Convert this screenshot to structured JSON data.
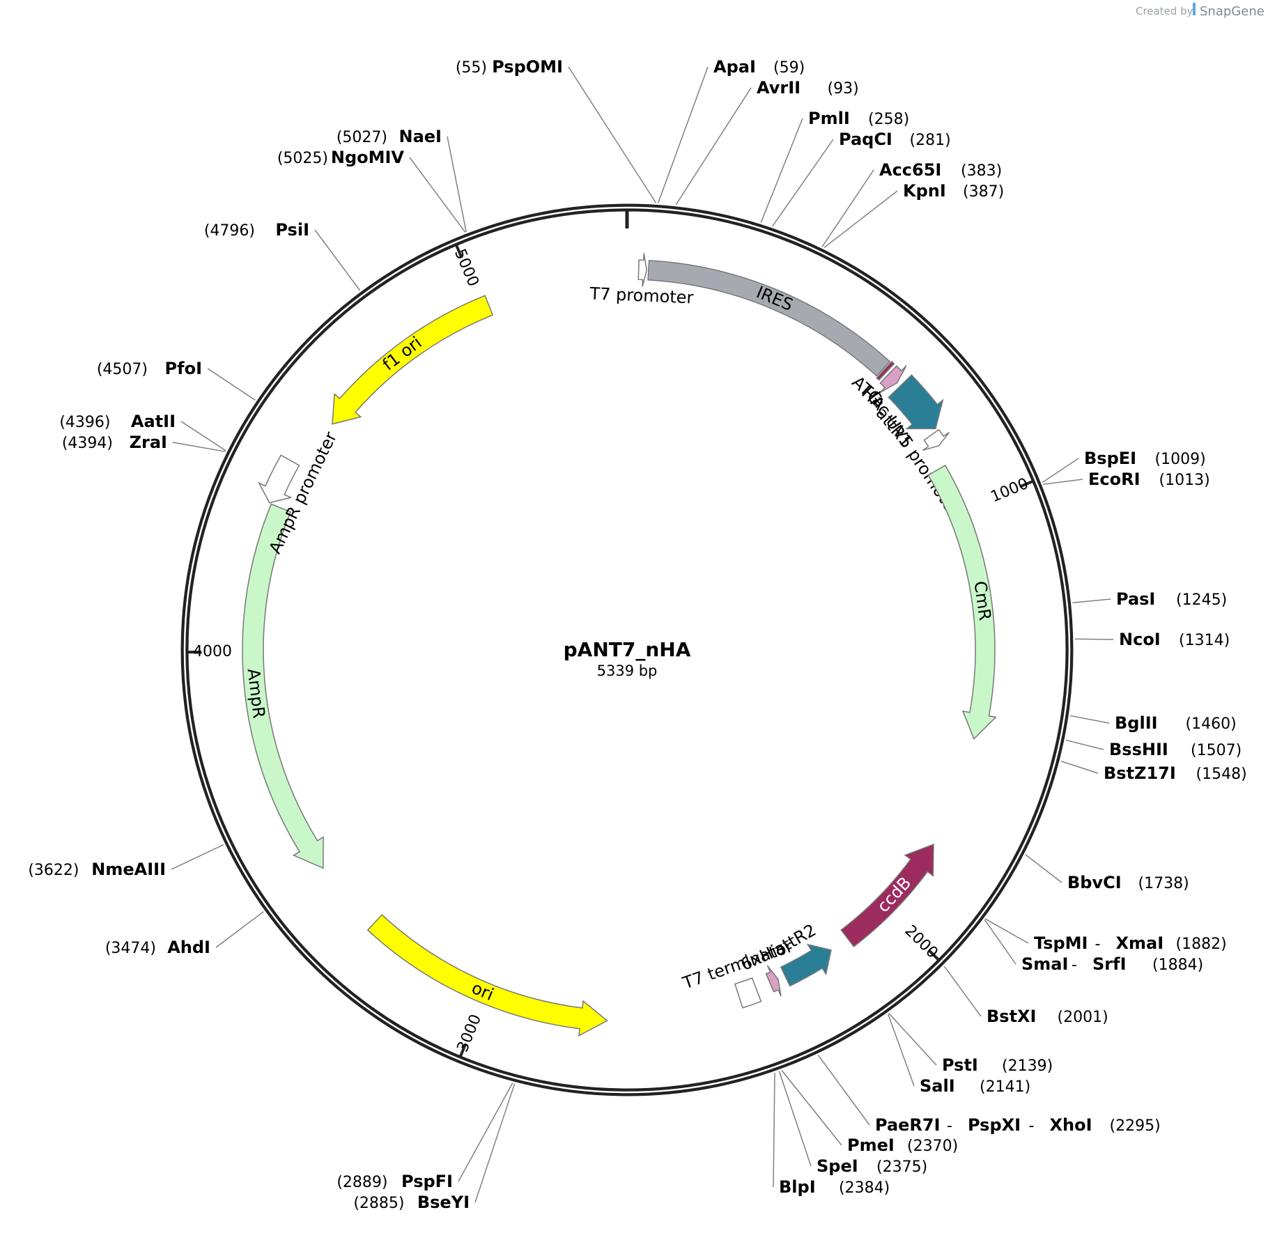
{
  "plasmid": {
    "name": "pANT7_nHA",
    "size_label": "5339 bp",
    "length": 5339
  },
  "credit": {
    "prefix": "Created by",
    "brand": "SnapGene"
  },
  "colors": {
    "backbone": "#222222",
    "leader": "#808080",
    "ires": "#a6aab0",
    "attr": "#2a7f97",
    "cmr": "#c9f7c9",
    "ccdb": "#9c2b5e",
    "ori": "#ffff00",
    "ha": "#d9a0c6",
    "outline": "#777777"
  },
  "ticks": [
    {
      "pos": 1000,
      "label": "1000"
    },
    {
      "pos": 2000,
      "label": "2000"
    },
    {
      "pos": 3000,
      "label": "3000"
    },
    {
      "pos": 4000,
      "label": "4000"
    },
    {
      "pos": 5000,
      "label": "5000"
    }
  ],
  "features": [
    {
      "id": "t7-promoter",
      "name": "T7 promoter",
      "start": 26,
      "end": 44,
      "dir": 1,
      "type": "promoter",
      "color": "#ffffff"
    },
    {
      "id": "ires",
      "name": "IRES",
      "start": 48,
      "end": 628,
      "dir": 0,
      "type": "box",
      "color": "#a6aab0"
    },
    {
      "id": "atg",
      "name": "ATG",
      "start": 631,
      "end": 638,
      "dir": 0,
      "type": "box",
      "color": "#9c2b5e"
    },
    {
      "id": "ha",
      "name": "HA",
      "start": 645,
      "end": 672,
      "dir": 1,
      "type": "arrow",
      "color": "#d9a0c6"
    },
    {
      "id": "attr1",
      "name": "attR1",
      "start": 682,
      "end": 806,
      "dir": 1,
      "type": "arrow",
      "color": "#2a7f97"
    },
    {
      "id": "lacuv5",
      "name": "lac UV5 promoter",
      "start": 812,
      "end": 842,
      "dir": 1,
      "type": "promoter",
      "color": "#ffffff"
    },
    {
      "id": "cmr",
      "name": "CmR",
      "start": 888,
      "end": 1548,
      "dir": 1,
      "type": "arrow",
      "color": "#c9f7c9"
    },
    {
      "id": "ccdb",
      "name": "ccdB",
      "start": 1815,
      "end": 2115,
      "dir": -1,
      "type": "arrow",
      "color": "#9c2b5e"
    },
    {
      "id": "attr2",
      "name": "attR2",
      "start": 2162,
      "end": 2286,
      "dir": -1,
      "type": "arrow",
      "color": "#2a7f97"
    },
    {
      "id": "6xhis",
      "name": "6xHis",
      "start": 2304,
      "end": 2325,
      "dir": -1,
      "type": "arrow",
      "color": "#d9a0c6"
    },
    {
      "id": "t7-terminator",
      "name": "T7 terminator",
      "start": 2360,
      "end": 2404,
      "dir": 0,
      "type": "box",
      "color": "#ffffff"
    },
    {
      "id": "ori",
      "name": "ori",
      "start": 2715,
      "end": 3304,
      "dir": -1,
      "type": "arrow",
      "color": "#ffff00"
    },
    {
      "id": "ampr",
      "name": "AmpR",
      "start": 3475,
      "end": 4335,
      "dir": -1,
      "type": "arrow",
      "color": "#c9f7c9"
    },
    {
      "id": "ampr-promoter",
      "name": "AmpR promoter",
      "start": 4336,
      "end": 4440,
      "dir": -1,
      "type": "promoter",
      "color": "#ffffff"
    },
    {
      "id": "f1-ori",
      "name": "f1 ori",
      "start": 4560,
      "end": 5015,
      "dir": -1,
      "type": "arrow",
      "color": "#ffff00"
    }
  ],
  "sites": [
    {
      "id": "pspomi",
      "names": [
        "PspOMI"
      ],
      "pos_label": "(55)",
      "pos": 55,
      "side": "L"
    },
    {
      "id": "apai",
      "names": [
        "ApaI"
      ],
      "pos_label": "(59)",
      "pos": 59,
      "side": "R"
    },
    {
      "id": "avrii",
      "names": [
        "AvrII"
      ],
      "pos_label": "(93)",
      "pos": 93,
      "side": "R"
    },
    {
      "id": "pmli",
      "names": [
        "PmlI"
      ],
      "pos_label": "(258)",
      "pos": 258,
      "side": "R"
    },
    {
      "id": "paqci",
      "names": [
        "PaqCI"
      ],
      "pos_label": "(281)",
      "pos": 281,
      "side": "R"
    },
    {
      "id": "acc65i",
      "names": [
        "Acc65I"
      ],
      "pos_label": "(383)",
      "pos": 383,
      "side": "R"
    },
    {
      "id": "kpni",
      "names": [
        "KpnI"
      ],
      "pos_label": "(387)",
      "pos": 387,
      "side": "R"
    },
    {
      "id": "bspei",
      "names": [
        "BspEI"
      ],
      "pos_label": "(1009)",
      "pos": 1009,
      "side": "R"
    },
    {
      "id": "ecori",
      "names": [
        "EcoRI"
      ],
      "pos_label": "(1013)",
      "pos": 1013,
      "side": "R"
    },
    {
      "id": "pasi",
      "names": [
        "PasI"
      ],
      "pos_label": "(1245)",
      "pos": 1245,
      "side": "R"
    },
    {
      "id": "ncoi",
      "names": [
        "NcoI"
      ],
      "pos_label": "(1314)",
      "pos": 1314,
      "side": "R"
    },
    {
      "id": "bglii",
      "names": [
        "BglII"
      ],
      "pos_label": "(1460)",
      "pos": 1460,
      "side": "R"
    },
    {
      "id": "bsshii",
      "names": [
        "BssHII"
      ],
      "pos_label": "(1507)",
      "pos": 1507,
      "side": "R"
    },
    {
      "id": "bstz17i",
      "names": [
        "BstZ17I"
      ],
      "pos_label": "(1548)",
      "pos": 1548,
      "side": "R"
    },
    {
      "id": "bbvci",
      "names": [
        "BbvCI"
      ],
      "pos_label": "(1738)",
      "pos": 1738,
      "side": "R"
    },
    {
      "id": "tspmi",
      "names": [
        "TspMI",
        "XmaI"
      ],
      "pos_label": "(1882)",
      "pos": 1882,
      "side": "R"
    },
    {
      "id": "smai",
      "names": [
        "SmaI",
        "SrfI"
      ],
      "pos_label": "(1884)",
      "pos": 1884,
      "side": "R"
    },
    {
      "id": "bstxi",
      "names": [
        "BstXI"
      ],
      "pos_label": "(2001)",
      "pos": 2001,
      "side": "R"
    },
    {
      "id": "psti",
      "names": [
        "PstI"
      ],
      "pos_label": "(2139)",
      "pos": 2139,
      "side": "R"
    },
    {
      "id": "sali",
      "names": [
        "SalI"
      ],
      "pos_label": "(2141)",
      "pos": 2141,
      "side": "R"
    },
    {
      "id": "paer7i",
      "names": [
        "PaeR7I",
        "PspXI",
        "XhoI"
      ],
      "pos_label": "(2295)",
      "pos": 2295,
      "side": "R"
    },
    {
      "id": "pmei",
      "names": [
        "PmeI"
      ],
      "pos_label": "(2370)",
      "pos": 2370,
      "side": "R"
    },
    {
      "id": "spei",
      "names": [
        "SpeI"
      ],
      "pos_label": "(2375)",
      "pos": 2375,
      "side": "R"
    },
    {
      "id": "blpi",
      "names": [
        "BlpI"
      ],
      "pos_label": "(2384)",
      "pos": 2384,
      "side": "R"
    },
    {
      "id": "pspfi",
      "names": [
        "PspFI"
      ],
      "pos_label": "(2889)",
      "pos": 2889,
      "side": "L"
    },
    {
      "id": "bseyi",
      "names": [
        "BseYI"
      ],
      "pos_label": "(2885)",
      "pos": 2885,
      "side": "L"
    },
    {
      "id": "ahdi",
      "names": [
        "AhdI"
      ],
      "pos_label": "(3474)",
      "pos": 3474,
      "side": "L"
    },
    {
      "id": "nmeaiii",
      "names": [
        "NmeAIII"
      ],
      "pos_label": "(3622)",
      "pos": 3622,
      "side": "L"
    },
    {
      "id": "zrai",
      "names": [
        "ZraI"
      ],
      "pos_label": "(4394)",
      "pos": 4394,
      "side": "L"
    },
    {
      "id": "aatii",
      "names": [
        "AatII"
      ],
      "pos_label": "(4396)",
      "pos": 4396,
      "side": "L"
    },
    {
      "id": "pfoi",
      "names": [
        "PfoI"
      ],
      "pos_label": "(4507)",
      "pos": 4507,
      "side": "L"
    },
    {
      "id": "psii",
      "names": [
        "PsiI"
      ],
      "pos_label": "(4796)",
      "pos": 4796,
      "side": "L"
    },
    {
      "id": "ngomiv",
      "names": [
        "NgoMIV"
      ],
      "pos_label": "(5025)",
      "pos": 5025,
      "side": "L"
    },
    {
      "id": "naei",
      "names": [
        "NaeI"
      ],
      "pos_label": "(5027)",
      "pos": 5027,
      "side": "L"
    }
  ]
}
